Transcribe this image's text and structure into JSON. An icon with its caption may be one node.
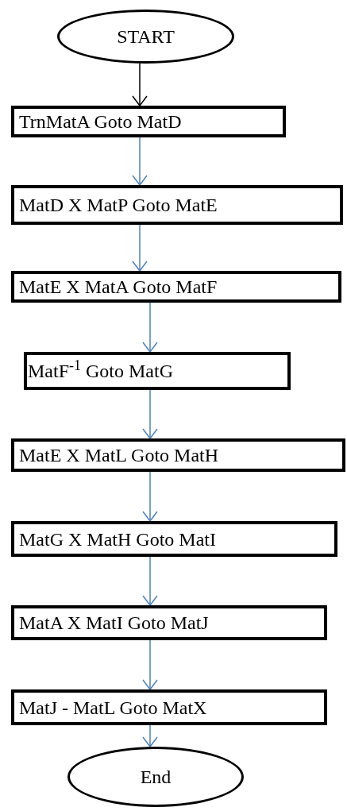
{
  "diagram": {
    "nodes": [
      {
        "text": [
          "START"
        ]
      },
      {
        "text": [
          "TrnMatA Goto MatD"
        ]
      },
      {
        "text": [
          "MatD X MatP Goto MatE"
        ]
      },
      {
        "text": [
          "MatE X MatA Goto MatF"
        ]
      },
      {
        "text": [
          "MatF$^{-1}$ Goto MatG"
        ]
      },
      {
        "text": [
          "MatE X MatL Goto MatH"
        ]
      },
      {
        "text": [
          "MatG X MatH Goto MatI"
        ]
      },
      {
        "text": [
          "MatA X MatI Goto MatJ"
        ]
      },
      {
        "text": [
          "MatJ - MatL Goto MatX"
        ]
      },
      {
        "text": [
          "End"
        ]
      }
    ],
    "edges": [
      {
        "from": 0,
        "to": 1,
        "arrow": "to",
        "color": "#000000"
      },
      {
        "from": 1,
        "to": 2,
        "arrow": "to"
      },
      {
        "from": 2,
        "to": 3,
        "arrow": "to"
      },
      {
        "from": 3,
        "to": 4,
        "arrow": "to"
      },
      {
        "from": 4,
        "to": 5,
        "arrow": "to"
      },
      {
        "from": 5,
        "to": 6,
        "arrow": "to"
      },
      {
        "from": 6,
        "to": 7,
        "arrow": "to"
      },
      {
        "from": 7,
        "to": 8,
        "arrow": "to"
      },
      {
        "from": 8,
        "to": 9,
        "arrow": "to"
      }
    ]
  }
}
